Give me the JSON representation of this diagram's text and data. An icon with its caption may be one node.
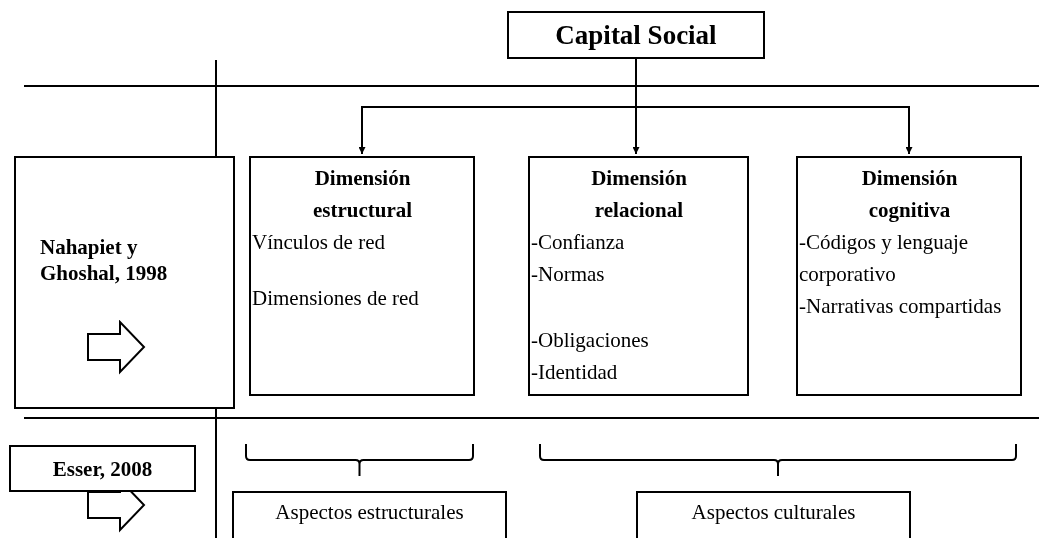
{
  "diagram": {
    "nodes": [
      {
        "text": [
          "Capital Social"
        ]
      },
      {
        "text": [
          "Nahapiet y Ghoshal, 1998"
        ]
      },
      {
        "text": [
          "Dimensión estructural",
          "Vínculos de red",
          "Dimensiones de red"
        ]
      },
      {
        "text": [
          "Dimensión relacional",
          "-Confianza",
          "-Normas",
          "-Obligaciones",
          "-Identidad"
        ]
      },
      {
        "text": [
          "Dimensión cognitiva",
          "-Códigos y lenguaje corporativo",
          "-Narrativas compartidas"
        ]
      },
      {
        "text": [
          "Esser, 2008"
        ]
      },
      {
        "text": [
          "Aspectos estructurales"
        ]
      },
      {
        "text": [
          "Aspectos culturales"
        ]
      }
    ],
    "edges": [
      {
        "from": 0,
        "to": 2,
        "arrow": "to"
      },
      {
        "from": 0,
        "to": 3,
        "arrow": "to"
      },
      {
        "from": 0,
        "to": 4,
        "arrow": "to"
      }
    ]
  }
}
